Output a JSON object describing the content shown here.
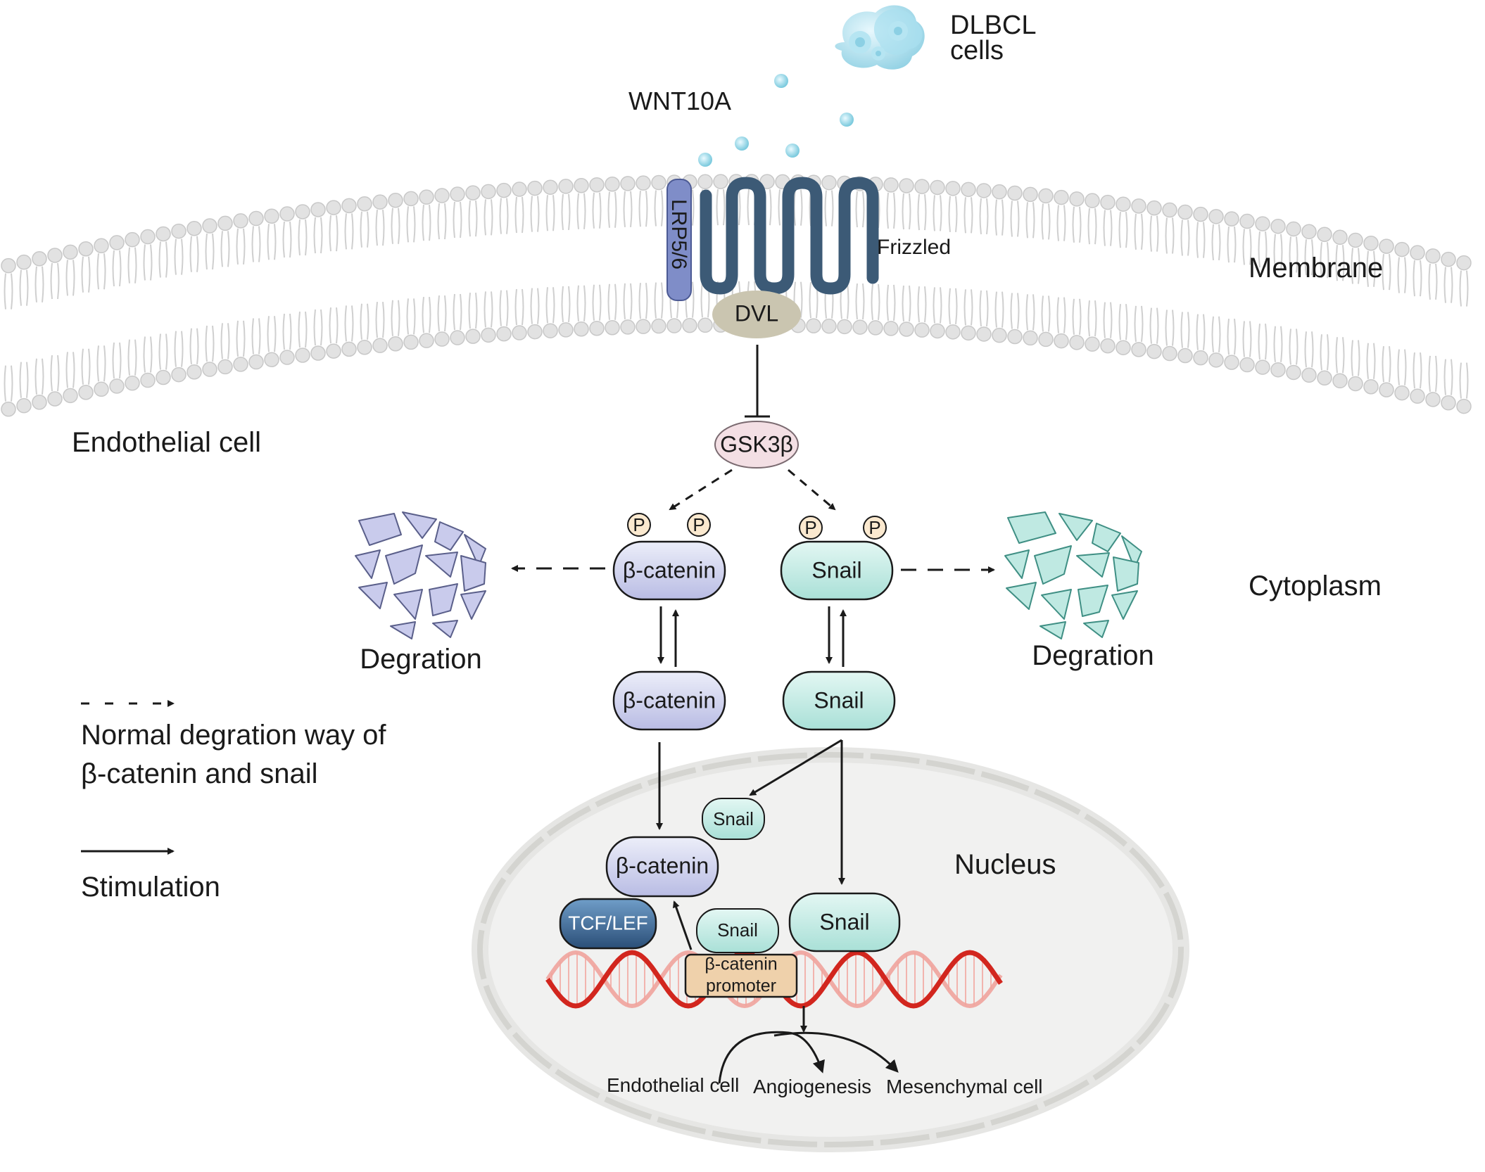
{
  "labels": {
    "dlbcl": [
      "DLBCL",
      "cells"
    ],
    "wnt10a": "WNT10A",
    "lrp": "LRP5/6",
    "frizzled": "Frizzled",
    "membrane": "Membrane",
    "dvl": "DVL",
    "endothelial_cell": "Endothelial cell",
    "gsk3b": "GSK3β",
    "phospho": "P",
    "beta_catenin": "β-catenin",
    "snail": "Snail",
    "degration": "Degration",
    "cytoplasm": "Cytoplasm",
    "nucleus": "Nucleus",
    "tcf_lef": "TCF/LEF",
    "promoter": [
      "β-catenin",
      "promoter"
    ],
    "outcomes": {
      "endothelial": "Endothelial cell",
      "angiogenesis": "Angiogenesis",
      "mesenchymal": "Mesenchymal cell"
    }
  },
  "legend": {
    "dashed_caption": [
      "Normal degration way of",
      "β-catenin and snail"
    ],
    "solid_caption": "Stimulation"
  },
  "colors": {
    "beta_catenin_fill": "#c9cbec",
    "snail_fill": "#bfe9e2",
    "tcf_fill": "#34618f",
    "promoter_fill": "#efd1ab",
    "frizzled": "#3c5a76",
    "lrp_fill": "#7f8dc8",
    "dvl_fill": "#cac5b0",
    "gsk_fill": "#f3dfe4",
    "wnt_dot": "#8fd3e4",
    "dna_red": "#d2261e",
    "membrane_lipid": "#d9d9d9",
    "nucleus_fill": "#ececec"
  }
}
